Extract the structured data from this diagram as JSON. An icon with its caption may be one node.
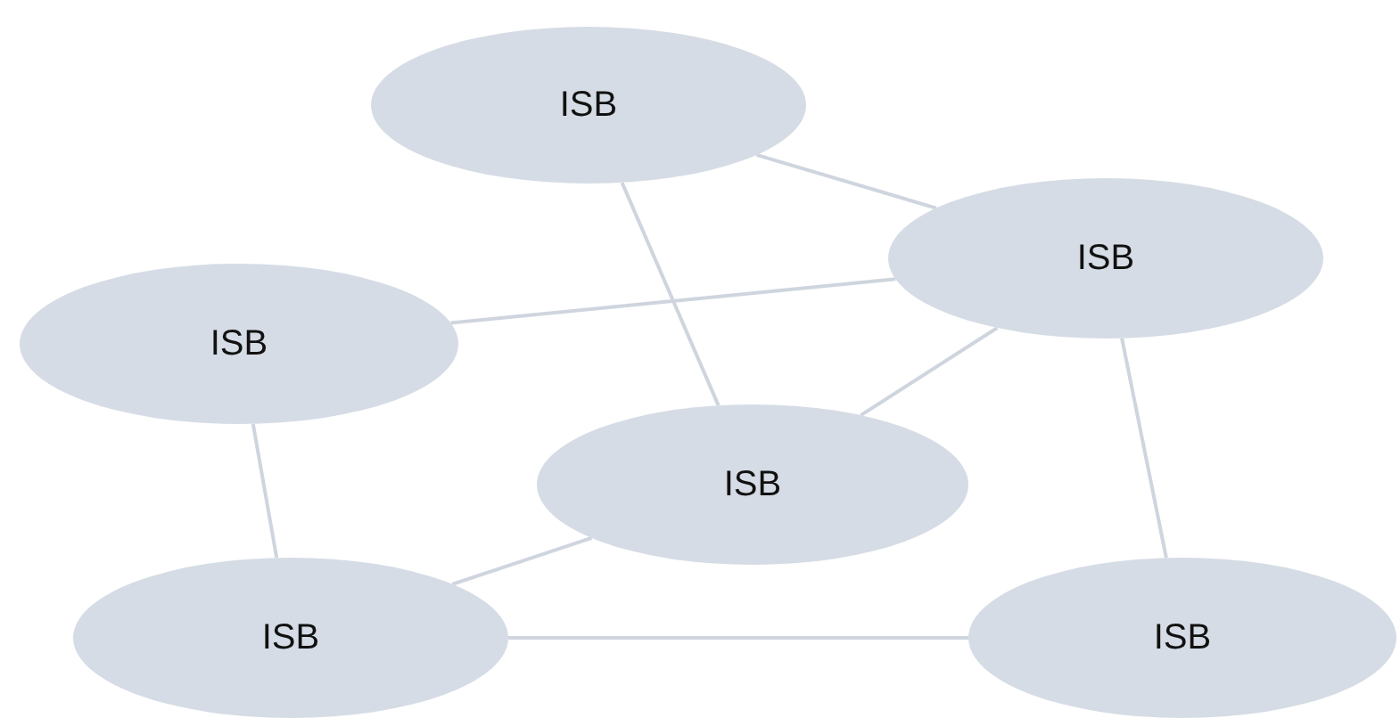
{
  "diagram": {
    "nodes": [
      {
        "text": [
          "ISB"
        ]
      },
      {
        "text": [
          "ISB"
        ]
      },
      {
        "text": [
          "ISB"
        ]
      },
      {
        "text": [
          "ISB"
        ]
      },
      {
        "text": [
          "ISB"
        ]
      },
      {
        "text": [
          "ISB"
        ]
      }
    ],
    "edges": [
      {
        "from": 0,
        "to": 1,
        "arrow": "none"
      },
      {
        "from": 0,
        "to": 3,
        "arrow": "none"
      },
      {
        "from": 2,
        "to": 1,
        "arrow": "none"
      },
      {
        "from": 1,
        "to": 3,
        "arrow": "none"
      },
      {
        "from": 1,
        "to": 5,
        "arrow": "none"
      },
      {
        "from": 2,
        "to": 4,
        "arrow": "none"
      },
      {
        "from": 3,
        "to": 4,
        "arrow": "none"
      },
      {
        "from": 4,
        "to": 5,
        "arrow": "none"
      }
    ]
  }
}
